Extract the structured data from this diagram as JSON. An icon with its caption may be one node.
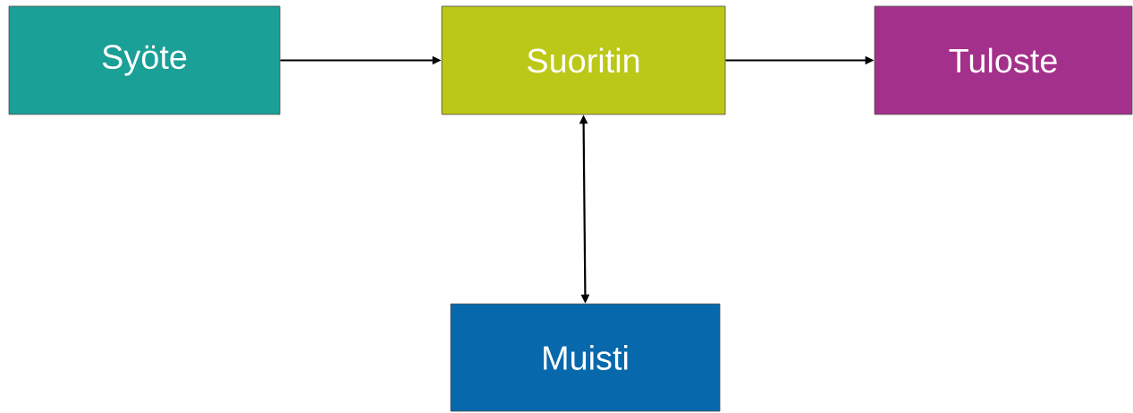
{
  "diagram": {
    "nodes": [
      {
        "text": [
          "Syöte"
        ]
      },
      {
        "text": [
          "Suoritin"
        ]
      },
      {
        "text": [
          "Tuloste"
        ]
      },
      {
        "text": [
          "Muisti"
        ]
      }
    ],
    "edges": [
      {
        "from": 0,
        "to": 1,
        "arrow": "to"
      },
      {
        "from": 1,
        "to": 2,
        "arrow": "to"
      },
      {
        "from": 1,
        "to": 3,
        "arrow": "both"
      }
    ]
  }
}
